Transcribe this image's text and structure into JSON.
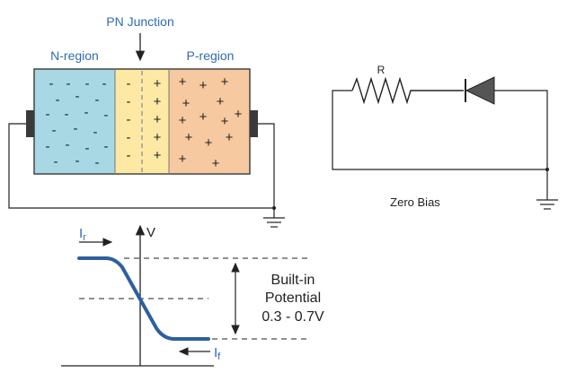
{
  "diagram": {
    "title": "PN Junction",
    "regions": {
      "n_label": "N-region",
      "p_label": "P-region",
      "minus_sign": "-",
      "plus_sign": "+"
    },
    "circuit": {
      "resistor_label": "R",
      "caption": "Zero Bias"
    },
    "graph": {
      "axis_label": "V",
      "ir_main": "I",
      "ir_sub": "r",
      "if_main": "I",
      "if_sub": "f",
      "potential_line1": "Built-in",
      "potential_line2": "Potential",
      "potential_line3": "0.3 - 0.7V"
    },
    "colors": {
      "n_region": "#a7d8e4",
      "depletion": "#fde9a4",
      "p_region": "#f6c9a0",
      "curve": "#2e5f9e",
      "label_blue": "#2e6bb5"
    }
  }
}
